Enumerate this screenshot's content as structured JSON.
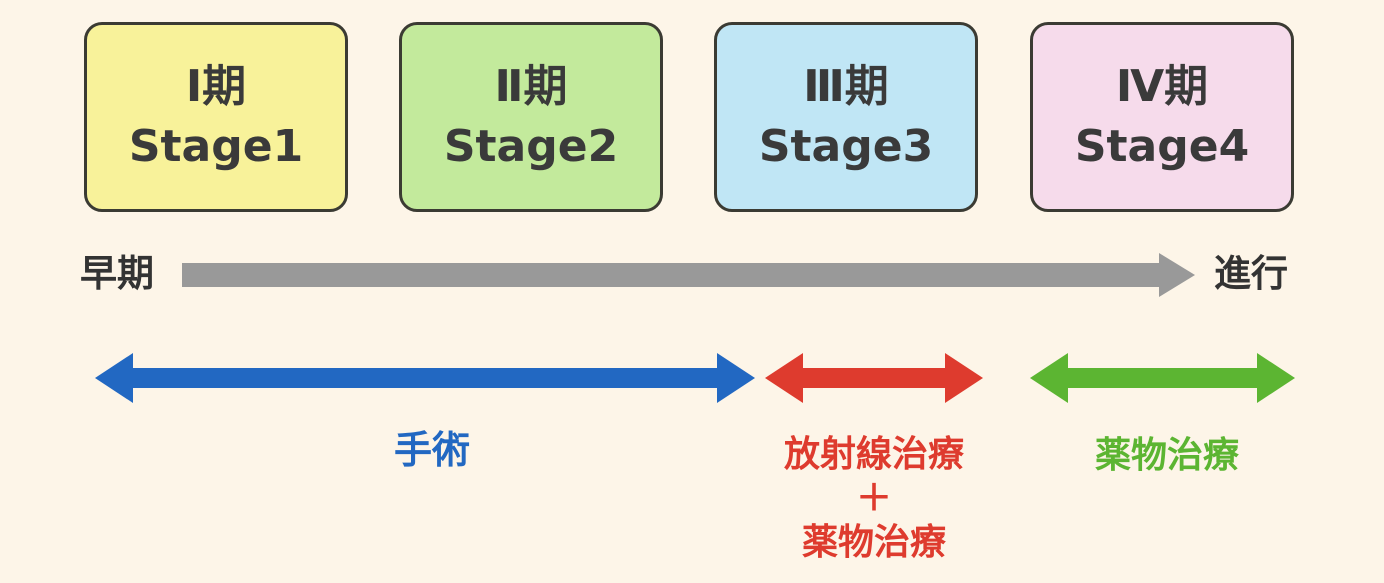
{
  "diagram": {
    "background_color": "#FDF5E8",
    "stages": [
      {
        "label_ja": "Ⅰ期",
        "label_en": "Stage1",
        "bg": "#F8F29A"
      },
      {
        "label_ja": "Ⅱ期",
        "label_en": "Stage2",
        "bg": "#C3EA9C"
      },
      {
        "label_ja": "Ⅲ期",
        "label_en": "Stage3",
        "bg": "#C0E6F5"
      },
      {
        "label_ja": "Ⅳ期",
        "label_en": "Stage4",
        "bg": "#F6DBEB"
      }
    ],
    "timeline": {
      "left_label": "早期",
      "right_label": "進行",
      "arrow_color": "#999999"
    },
    "treatments": {
      "surgery": {
        "label": "手術",
        "color": "#2268C2"
      },
      "radiation_plus_drug": {
        "line1": "放射線治療",
        "line2": "＋",
        "line3": "薬物治療",
        "color": "#DE3B2E"
      },
      "drug": {
        "label": "薬物治療",
        "color": "#5CB532"
      }
    }
  }
}
